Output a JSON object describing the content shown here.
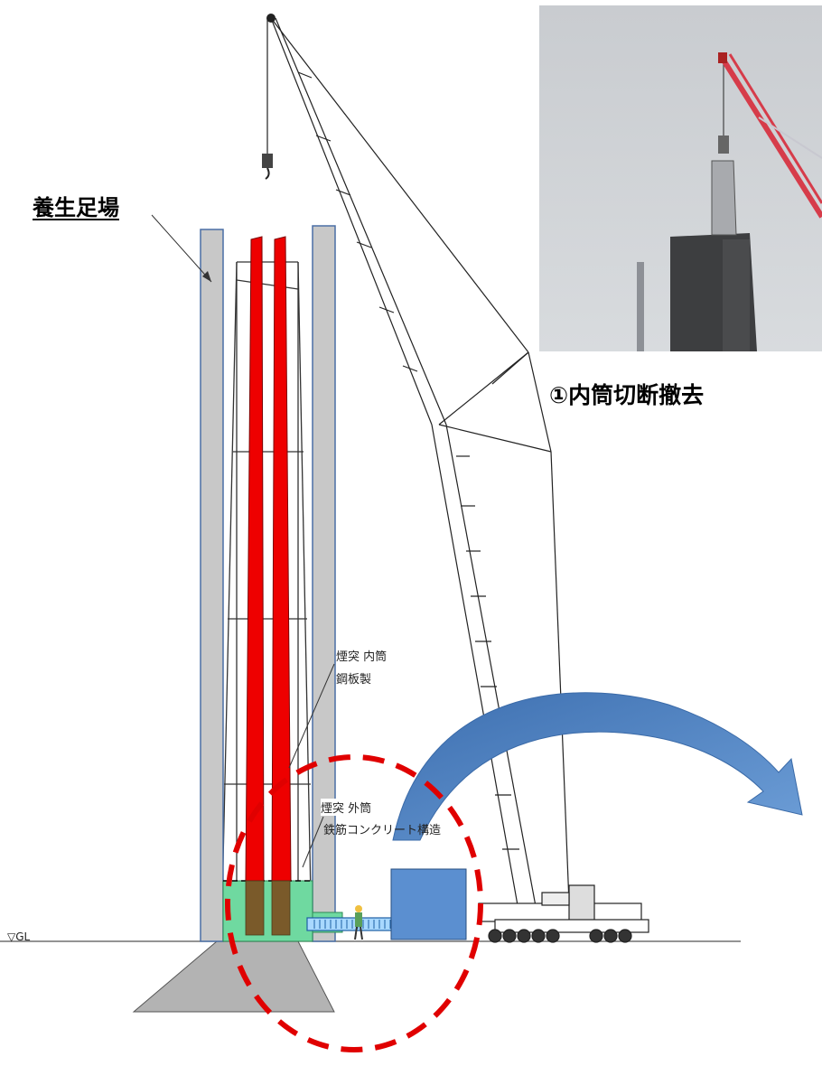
{
  "labels": {
    "scaffold": "養生足場",
    "photo_caption": "①内筒切断撤去",
    "inner_tube_line1": "煙突 内筒",
    "inner_tube_line2": "鋼板製",
    "outer_tube_line1": "煙突 外筒",
    "outer_tube_line2": "鉄筋コンクリート構造",
    "ground_level": "▽GL"
  },
  "colors": {
    "scaffold_fill": "#c8c8c8",
    "scaffold_stroke": "#4a6fa5",
    "inner_tube": "#ee0000",
    "cutting_zone": "#6fd9a0",
    "container": "#5b8fd0",
    "arrow": "#4f82c4",
    "dashed_circle": "#e00000",
    "crane_boom": "#ffffff"
  },
  "icons": {
    "arrow": "curved-arrow-icon",
    "worker": "worker-icon"
  }
}
